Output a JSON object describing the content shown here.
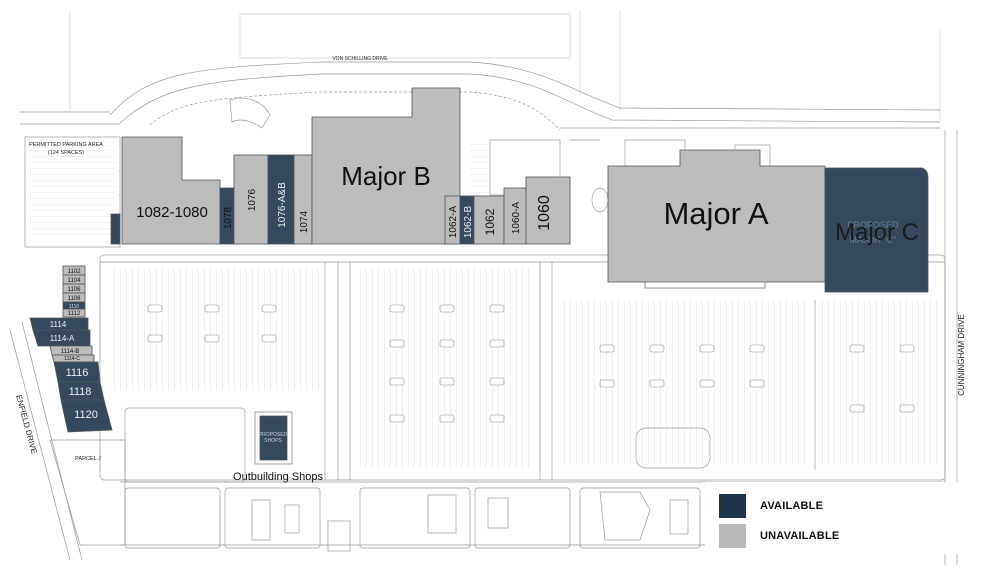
{
  "map": {
    "streets": {
      "von_schilling": "VON SCHILLING DRIVE",
      "cunningham": "CUNNINGHAM DRIVE",
      "enfield": "ENFIELD DRIVE"
    },
    "permitted_parking": {
      "line1": "PERMITTED PARKING AREA",
      "line2": "(124 SPACES)"
    },
    "parcel": "PARCEL J",
    "outbuilding_label": "Outbuilding Shops",
    "proposed_shops": {
      "line1": "PROPOSED",
      "line2": "SHOPS"
    },
    "major_c_faint": {
      "line1": "PROPOSED",
      "line2": "MAJOR \"C\""
    },
    "units": {
      "major_b": "Major B",
      "major_a": "Major A",
      "major_c": "Major C",
      "u1082": "1082-1080",
      "u1078": "1078",
      "u1076": "1076",
      "u1076ab": "1076-A&B",
      "u1074": "1074",
      "u1062a": "1062-A",
      "u1062b": "1062-B",
      "u1062": "1062",
      "u1060a": "1060-A",
      "u1060": "1060",
      "u1102": "1102",
      "u1104": "1104",
      "u1106": "1106",
      "u1108": "1108",
      "u1110": "1110",
      "u1112": "1112",
      "u1114": "1114",
      "u1114a": "1114-A",
      "u1114b": "1114-B",
      "u1114c": "1114-C",
      "u1116": "1116",
      "u1118": "1118",
      "u1120": "1120"
    }
  },
  "legend": {
    "available": {
      "label": "AVAILABLE",
      "color": "#1f344b"
    },
    "unavailable": {
      "label": "UNAVAILABLE",
      "color": "#b9b9b9"
    }
  },
  "colors": {
    "available": "#34495e",
    "unavailable": "#bcbcbc",
    "line": "#8a8a8a"
  }
}
